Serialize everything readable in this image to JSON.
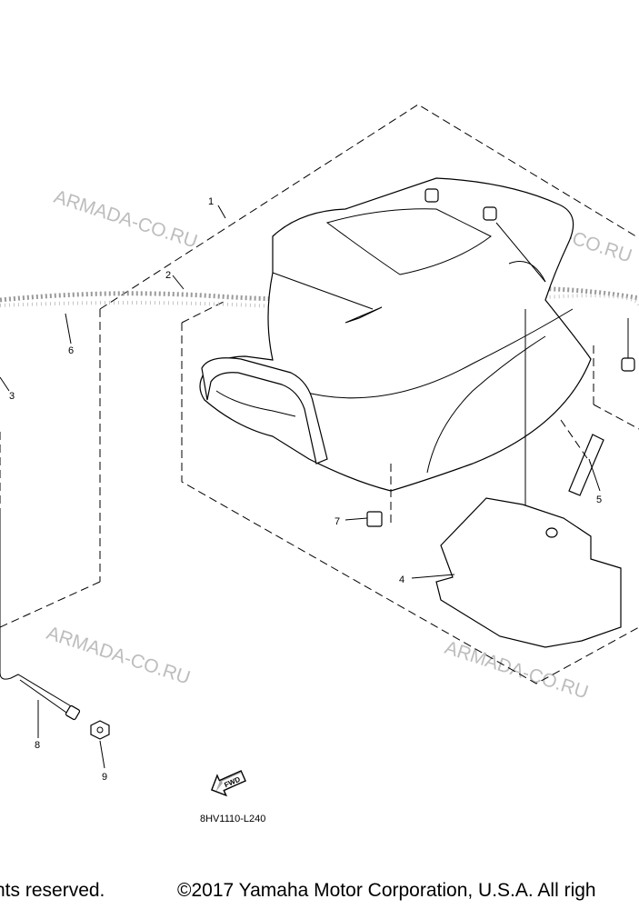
{
  "watermark": "ARMADA-CO.RU",
  "callouts": [
    "1",
    "2",
    "3",
    "4",
    "5",
    "6",
    "7",
    "8",
    "9"
  ],
  "fwd_label": "FWD",
  "figure_code": "8HV1110-L240",
  "copyright_left": "nts reserved.",
  "copyright_right": "©2017 Yamaha Motor Corporation, U.S.A. All righ",
  "colors": {
    "line": "#000000",
    "watermark": "#bdbdbd",
    "background": "#ffffff"
  }
}
